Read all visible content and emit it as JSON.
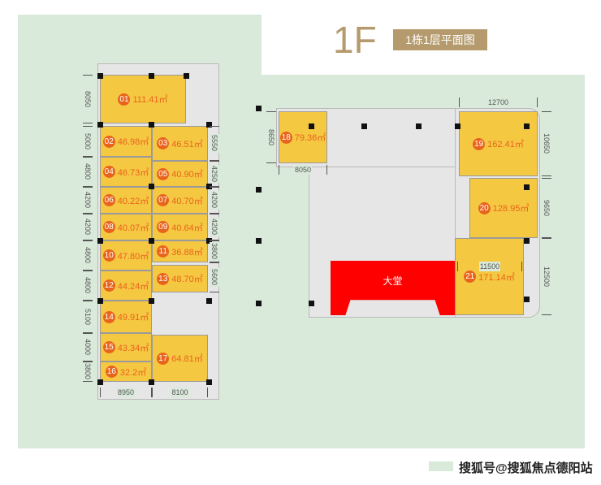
{
  "title": {
    "floor": "1F",
    "subtitle": "1栋1层平面图"
  },
  "colors": {
    "unit": "#f5c842",
    "lobby": "#ff0000",
    "badge": "#e8641c",
    "title": "#b49a6c",
    "site": "#d9eadb"
  },
  "units": [
    {
      "no": "01",
      "area": "111.41㎡"
    },
    {
      "no": "02",
      "area": "46.98㎡"
    },
    {
      "no": "03",
      "area": "46.51㎡"
    },
    {
      "no": "04",
      "area": "46.73㎡"
    },
    {
      "no": "05",
      "area": "40.90㎡"
    },
    {
      "no": "06",
      "area": "40.22㎡"
    },
    {
      "no": "07",
      "area": "40.70㎡"
    },
    {
      "no": "08",
      "area": "40.07㎡"
    },
    {
      "no": "09",
      "area": "40.64㎡"
    },
    {
      "no": "10",
      "area": "47.80㎡"
    },
    {
      "no": "11",
      "area": "36.88㎡"
    },
    {
      "no": "12",
      "area": "44.24㎡"
    },
    {
      "no": "13",
      "area": "48.70㎡"
    },
    {
      "no": "14",
      "area": "49.91㎡"
    },
    {
      "no": "15",
      "area": "43.34㎡"
    },
    {
      "no": "16",
      "area": "32.2㎡"
    },
    {
      "no": "17",
      "area": "64.81㎡"
    },
    {
      "no": "18",
      "area": "79.36㎡"
    },
    {
      "no": "19",
      "area": "162.41㎡"
    },
    {
      "no": "20",
      "area": "128.95㎡"
    },
    {
      "no": "21",
      "area": "171.14㎡"
    }
  ],
  "lobby": "大堂",
  "dims": {
    "left": [
      "8050",
      "5000",
      "4800",
      "4200",
      "4200",
      "4800",
      "4800",
      "5100",
      "4000",
      "3800"
    ],
    "right": [
      "5550",
      "4250",
      "4200",
      "4200",
      "3800",
      "5600"
    ],
    "bottom": [
      "8950",
      "8100"
    ],
    "b2": [
      "8650",
      "8050",
      "12700",
      "10650",
      "9650",
      "12500",
      "11500"
    ]
  },
  "watermark": "搜狐号@搜狐焦点德阳站"
}
